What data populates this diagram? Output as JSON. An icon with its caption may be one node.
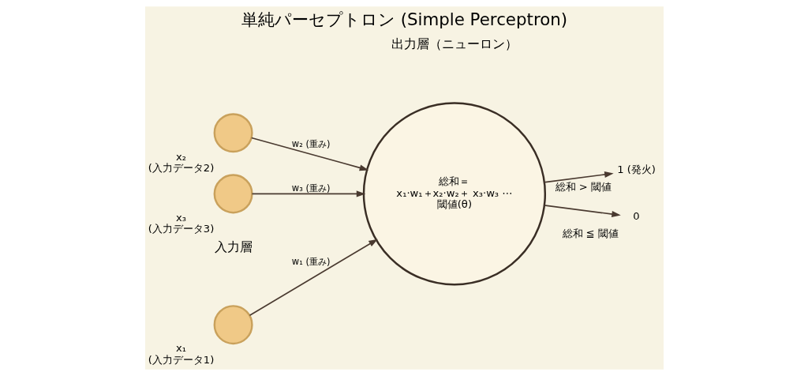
{
  "diagram": {
    "title": "単純パーセプトロン (Simple Perceptron)",
    "nodes": [
      {
        "text": [],
        "shape": "circle",
        "beside": [
          "x₁",
          "(入力データ1)"
        ]
      },
      {
        "text": [],
        "shape": "circle",
        "beside": [
          "x₂",
          "(入力データ2)"
        ]
      },
      {
        "text": [],
        "shape": "circle",
        "beside": [
          "x₃",
          "(入力データ3)"
        ]
      },
      {
        "text": [
          "総和＝",
          "x₁·w₁＋x₂·w₂＋ x₃·w₃ ⋯",
          "閾値(θ)"
        ]
      },
      {
        "text": [
          "1 (発火)"
        ],
        "beside": [
          "総和 > 閾値"
        ]
      },
      {
        "text": [
          "0"
        ],
        "beside": [
          "総和 ≦ 閾値"
        ]
      }
    ],
    "edges": [
      {
        "from": 0,
        "to": 3,
        "arrow": "to",
        "label": "w₁ (重み)"
      },
      {
        "from": 1,
        "to": 3,
        "arrow": "to",
        "label": "w₂ (重み)"
      },
      {
        "from": 2,
        "to": 3,
        "arrow": "to",
        "label": "w₃ (重み)"
      },
      {
        "from": 3,
        "to": 4,
        "arrow": "to"
      },
      {
        "from": 3,
        "to": 5,
        "arrow": "to"
      }
    ],
    "labels": [
      "入力層",
      "出力層（ニューロン）"
    ]
  }
}
